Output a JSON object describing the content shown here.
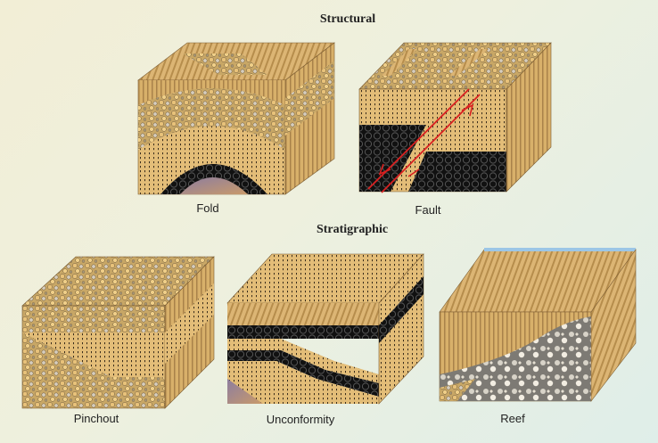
{
  "headings": {
    "structural": "Structural",
    "stratigraphic": "Stratigraphic"
  },
  "blocks": {
    "fold": "Fold",
    "fault": "Fault",
    "pinchout": "Pinchout",
    "unconformity": "Unconformity",
    "reef": "Reef"
  },
  "colors": {
    "background": "#f0eed9",
    "sandstone": "#d9b46a",
    "shale": "#e8c98a",
    "stripes": "#c9a35a",
    "reservoir_black": "#1a1a1a",
    "reef_gray": "#8a8680",
    "fault_arrow": "#d92020",
    "water": "#9cc6e6"
  }
}
